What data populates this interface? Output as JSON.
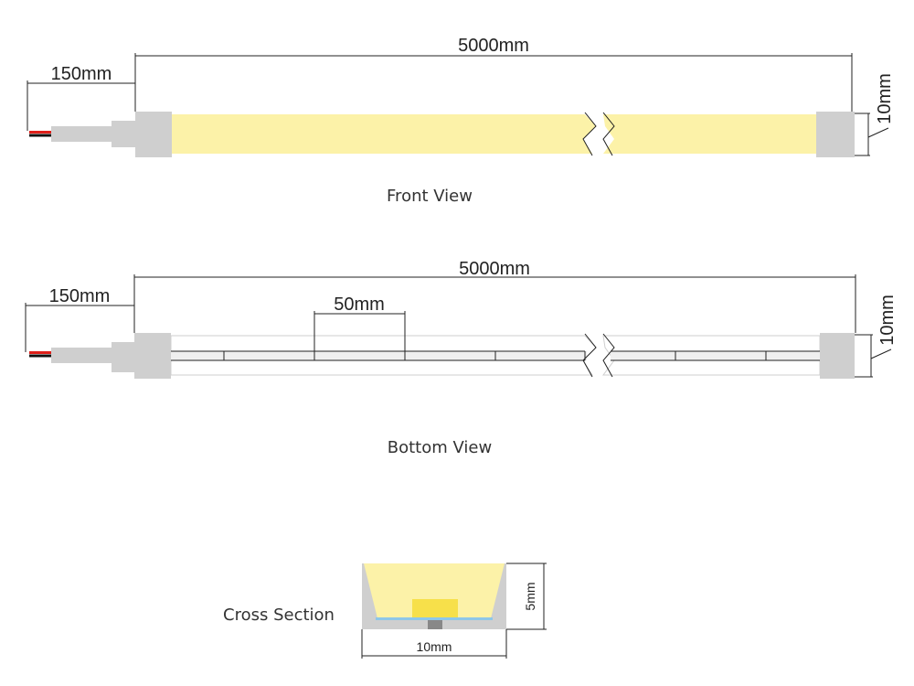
{
  "front_view": {
    "caption": "Front View",
    "dim_length": "5000mm",
    "dim_lead": "150mm",
    "dim_width": "10mm"
  },
  "bottom_view": {
    "caption": "Bottom View",
    "dim_length": "5000mm",
    "dim_lead": "150mm",
    "dim_pitch": "50mm",
    "dim_width": "10mm"
  },
  "cross_section": {
    "caption": "Cross Section",
    "dim_width": "10mm",
    "dim_height": "5mm"
  },
  "colors": {
    "led_surface": "#fcf2a8",
    "housing": "#cfcfcf",
    "chip": "#f7e04a",
    "pcb": "#8ec7e8",
    "wire_red": "#e0201a",
    "wire_black": "#111111"
  }
}
